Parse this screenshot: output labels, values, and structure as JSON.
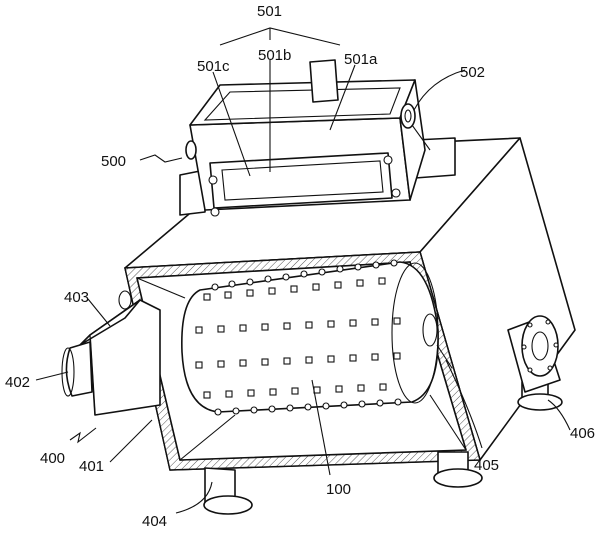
{
  "figure": {
    "labels": {
      "l501": "501",
      "l501a": "501a",
      "l501b": "501b",
      "l501c": "501c",
      "l502": "502",
      "l500": "500",
      "l403": "403",
      "l402": "402",
      "l400": "400",
      "l401": "401",
      "l404": "404",
      "l100": "100",
      "l405": "405",
      "l406": "406"
    }
  }
}
